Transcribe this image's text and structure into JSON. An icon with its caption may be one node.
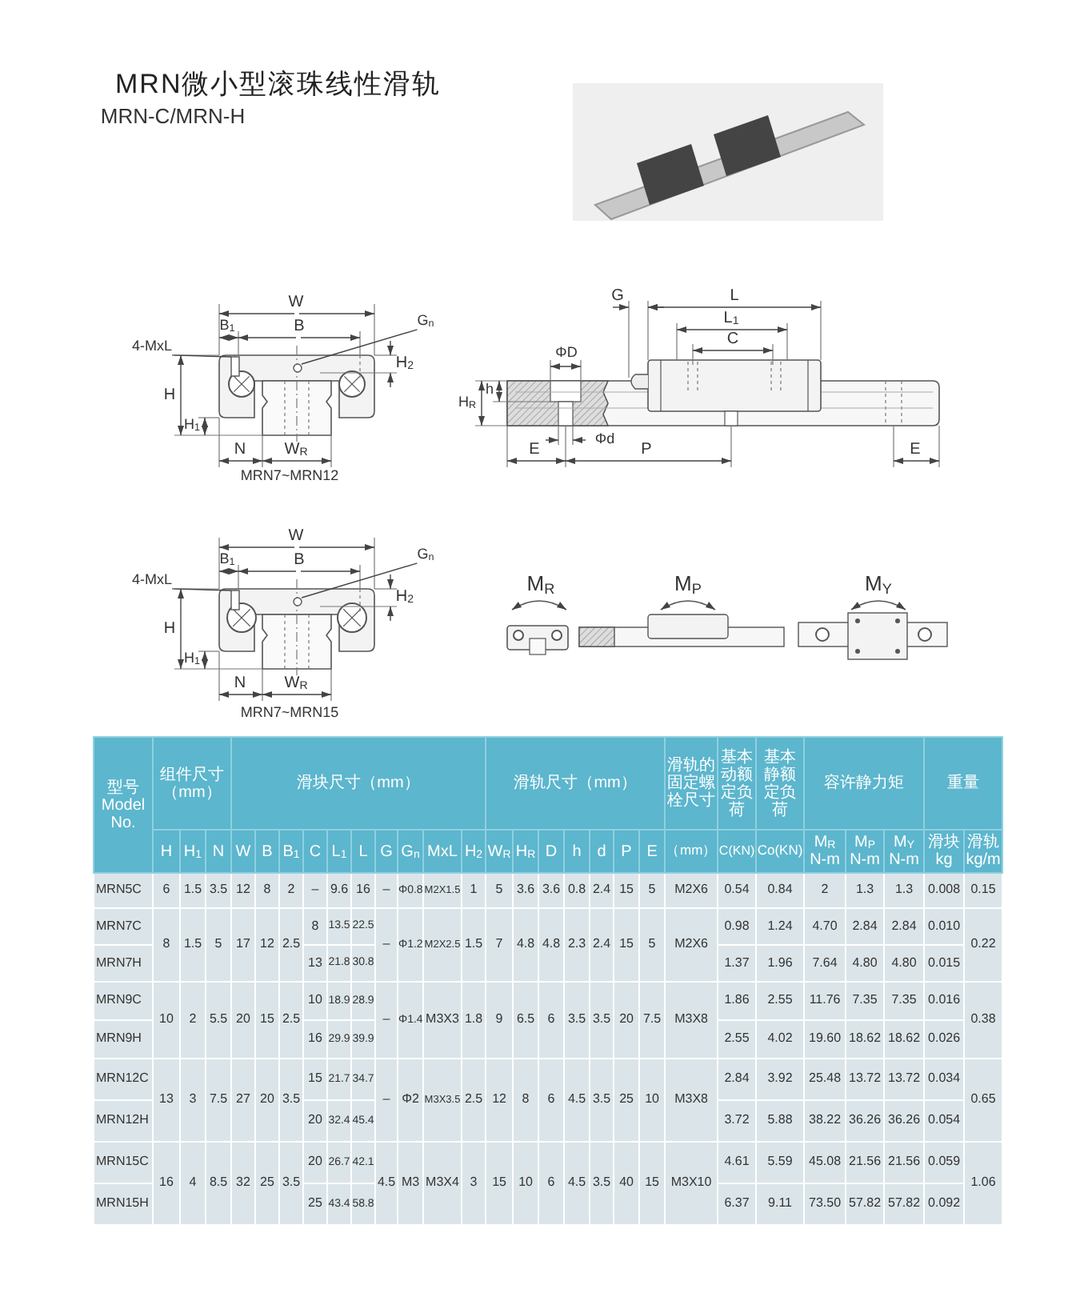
{
  "diagram": {
    "title": "MRN微小型滚珠线性滑轨",
    "nodes": [
      {
        "text": [
          "4-MxL"
        ]
      },
      {
        "text": [
          "G$_{n}$"
        ]
      },
      {
        "text": [],
        "shape": "box"
      },
      {
        "text": [],
        "shape": "circle"
      },
      {
        "text": [
          "4-MxL"
        ]
      },
      {
        "text": [
          "G$_{n}$"
        ]
      },
      {
        "text": [],
        "shape": "box"
      },
      {
        "text": [],
        "shape": "circle"
      }
    ],
    "edges": [
      {
        "from": 0,
        "to": 2,
        "arrow": "none"
      },
      {
        "from": 1,
        "to": 3,
        "arrow": "none"
      },
      {
        "from": 4,
        "to": 6,
        "arrow": "none"
      },
      {
        "from": 5,
        "to": 7,
        "arrow": "none"
      }
    ],
    "labels": [
      "MRN-C/MRN-H",
      "W",
      "B$_{1}$",
      "B",
      "H$_{2}$",
      "H",
      "H$_{1}$",
      "N",
      "W$_{R}$",
      "MRN7~MRN12",
      "G",
      "L",
      "L$_{1}$",
      "C",
      "ΦD",
      "H$_{R}$",
      "h",
      "Φd",
      "E",
      "P",
      "E",
      "W",
      "B$_{1}$",
      "B",
      "H$_{2}$",
      "H",
      "H$_{1}$",
      "N",
      "W$_{R}$",
      "MRN7~MRN15",
      "M$_{R}$",
      "M$_{P}$",
      "M$_{Y}$",
      "型号 Model No.",
      "组件尺寸（mm）",
      "滑块尺寸（mm）",
      "滑轨尺寸（mm）",
      "滑轨的固定螺栓尺寸",
      "基本动额定负荷",
      "基本静额定负荷",
      "容许静力矩",
      "重量",
      "H",
      "H$_{1}$",
      "N",
      "W",
      "B",
      "B$_{1}$",
      "C",
      "L$_{1}$",
      "L",
      "G",
      "G$_{n}$",
      "MxL",
      "H$_{2}$",
      "W$_{R}$",
      "H$_{R}$",
      "D",
      "h",
      "d",
      "P",
      "E",
      "（mm）",
      "C(KN)",
      "Co(KN)",
      "M$_{R}$ N-m",
      "M$_{P}$ N-m",
      "M$_{Y}$ N-m",
      "滑块 kg",
      "滑轨 kg/m",
      "MRN5C",
      "6",
      "1.5",
      "3.5",
      "12",
      "8",
      "2",
      "–",
      "9.6",
      "16",
      "–",
      "Φ0.8",
      "M2X1.5",
      "1",
      "5",
      "3.6",
      "3.6",
      "0.8",
      "2.4",
      "15",
      "5",
      "M2X6",
      "0.54",
      "0.84",
      "2",
      "1.3",
      "1.3",
      "0.008",
      "0.15",
      "MRN7C",
      "8",
      "1.5",
      "5",
      "17",
      "12",
      "2.5",
      "8",
      "13.5",
      "22.5",
      "–",
      "Φ1.2",
      "M2X2.5",
      "1.5",
      "7",
      "4.8",
      "4.8",
      "2.3",
      "2.4",
      "15",
      "5",
      "M2X6",
      "0.98",
      "1.24",
      "4.70",
      "2.84",
      "2.84",
      "0.010",
      "0.22",
      "MRN7H",
      "13",
      "21.8",
      "30.8",
      "1.37",
      "1.96",
      "7.64",
      "4.80",
      "4.80",
      "0.015",
      "MRN9C",
      "10",
      "2",
      "5.5",
      "20",
      "15",
      "2.5",
      "10",
      "18.9",
      "28.9",
      "–",
      "Φ1.4",
      "M3X3",
      "1.8",
      "9",
      "6.5",
      "6",
      "3.5",
      "3.5",
      "20",
      "7.5",
      "M3X8",
      "1.86",
      "2.55",
      "11.76",
      "7.35",
      "7.35",
      "0.016",
      "0.38",
      "MRN9H",
      "16",
      "29.9",
      "39.9",
      "2.55",
      "4.02",
      "19.60",
      "18.62",
      "18.62",
      "0.026",
      "MRN12C",
      "13",
      "3",
      "7.5",
      "27",
      "20",
      "3.5",
      "15",
      "21.7",
      "34.7",
      "–",
      "Φ2",
      "M3X3.5",
      "2.5",
      "12",
      "8",
      "6",
      "4.5",
      "3.5",
      "25",
      "10",
      "M3X8",
      "2.84",
      "3.92",
      "25.48",
      "13.72",
      "13.72",
      "0.034",
      "0.65",
      "MRN12H",
      "20",
      "32.4",
      "45.4",
      "3.72",
      "5.88",
      "38.22",
      "36.26",
      "36.26",
      "0.054",
      "MRN15C",
      "16",
      "4",
      "8.5",
      "32",
      "25",
      "3.5",
      "20",
      "26.7",
      "42.1",
      "4.5",
      "M3",
      "M3X4",
      "3",
      "15",
      "10",
      "6",
      "4.5",
      "3.5",
      "40",
      "15",
      "M3X10",
      "4.61",
      "5.59",
      "45.08",
      "21.56",
      "21.56",
      "0.059",
      "1.06",
      "MRN15H",
      "25",
      "43.4",
      "58.8",
      "6.37",
      "9.11",
      "73.50",
      "57.82",
      "57.82",
      "0.092"
    ]
  }
}
